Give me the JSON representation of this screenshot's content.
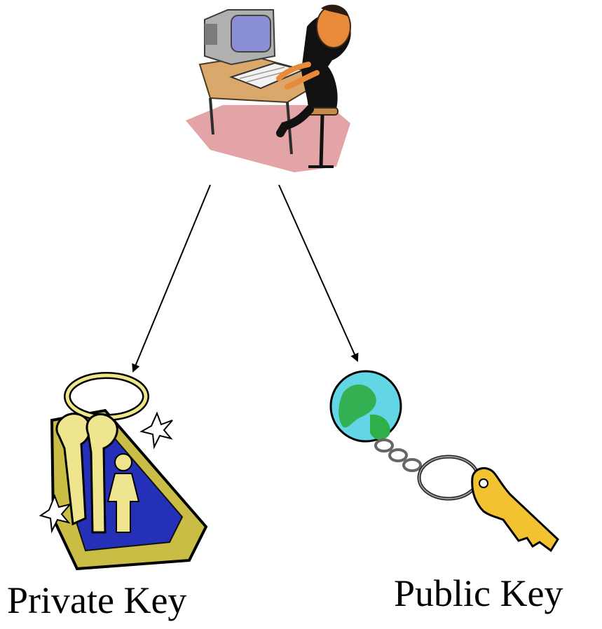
{
  "diagram": {
    "nodes": [
      {
        "id": "user",
        "icon": "person-at-computer-icon"
      },
      {
        "id": "private",
        "icon": "private-keychain-icon",
        "label": "Private Key"
      },
      {
        "id": "public",
        "icon": "public-globe-key-icon",
        "label": "Public Key"
      }
    ],
    "edges": [
      {
        "from": "user",
        "to": "private"
      },
      {
        "from": "user",
        "to": "public"
      }
    ]
  },
  "labels": {
    "private_key": "Private Key",
    "public_key": "Public Key"
  },
  "colors": {
    "arrow": "#000000",
    "floor_pink": "#e3a4a7",
    "skin_orange": "#e88a3a",
    "desk_tan": "#d9a86a",
    "monitor_gray": "#9b9b9b",
    "screen_blue": "#8a8fd6",
    "key_gold": "#f2c230",
    "tag_blue": "#2430b8",
    "tag_gold": "#c9bd46",
    "globe_cyan": "#63d6e6",
    "globe_green": "#2fae4a"
  }
}
